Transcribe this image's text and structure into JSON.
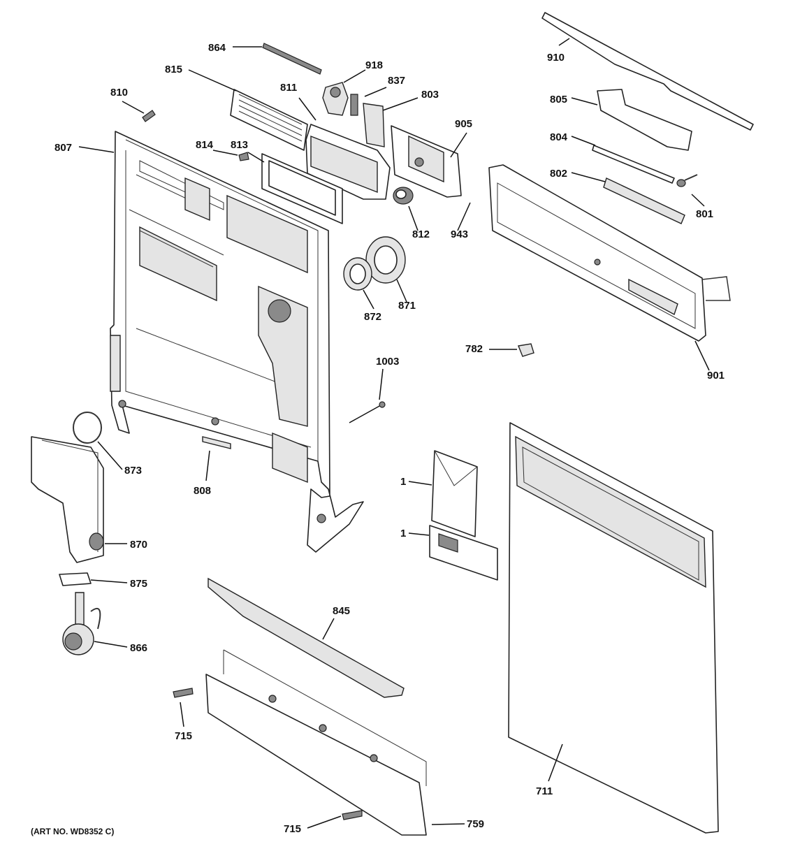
{
  "art_number": "(ART NO. WD8352 C)",
  "callouts": {
    "c864": "864",
    "c918": "918",
    "c837": "837",
    "c803": "803",
    "c815": "815",
    "c811": "811",
    "c810": "810",
    "c905": "905",
    "c807": "807",
    "c814": "814",
    "c813": "813",
    "c812": "812",
    "c943": "943",
    "c872": "872",
    "c871": "871",
    "c873": "873",
    "c808": "808",
    "c870": "870",
    "c875": "875",
    "c866": "866",
    "c1003": "1003",
    "c1a": "1",
    "c1b": "1",
    "c845": "845",
    "c715a": "715",
    "c715b": "715",
    "c759": "759",
    "c711": "711",
    "c910": "910",
    "c805": "805",
    "c804": "804",
    "c802": "802",
    "c801": "801",
    "c901": "901",
    "c782": "782"
  }
}
